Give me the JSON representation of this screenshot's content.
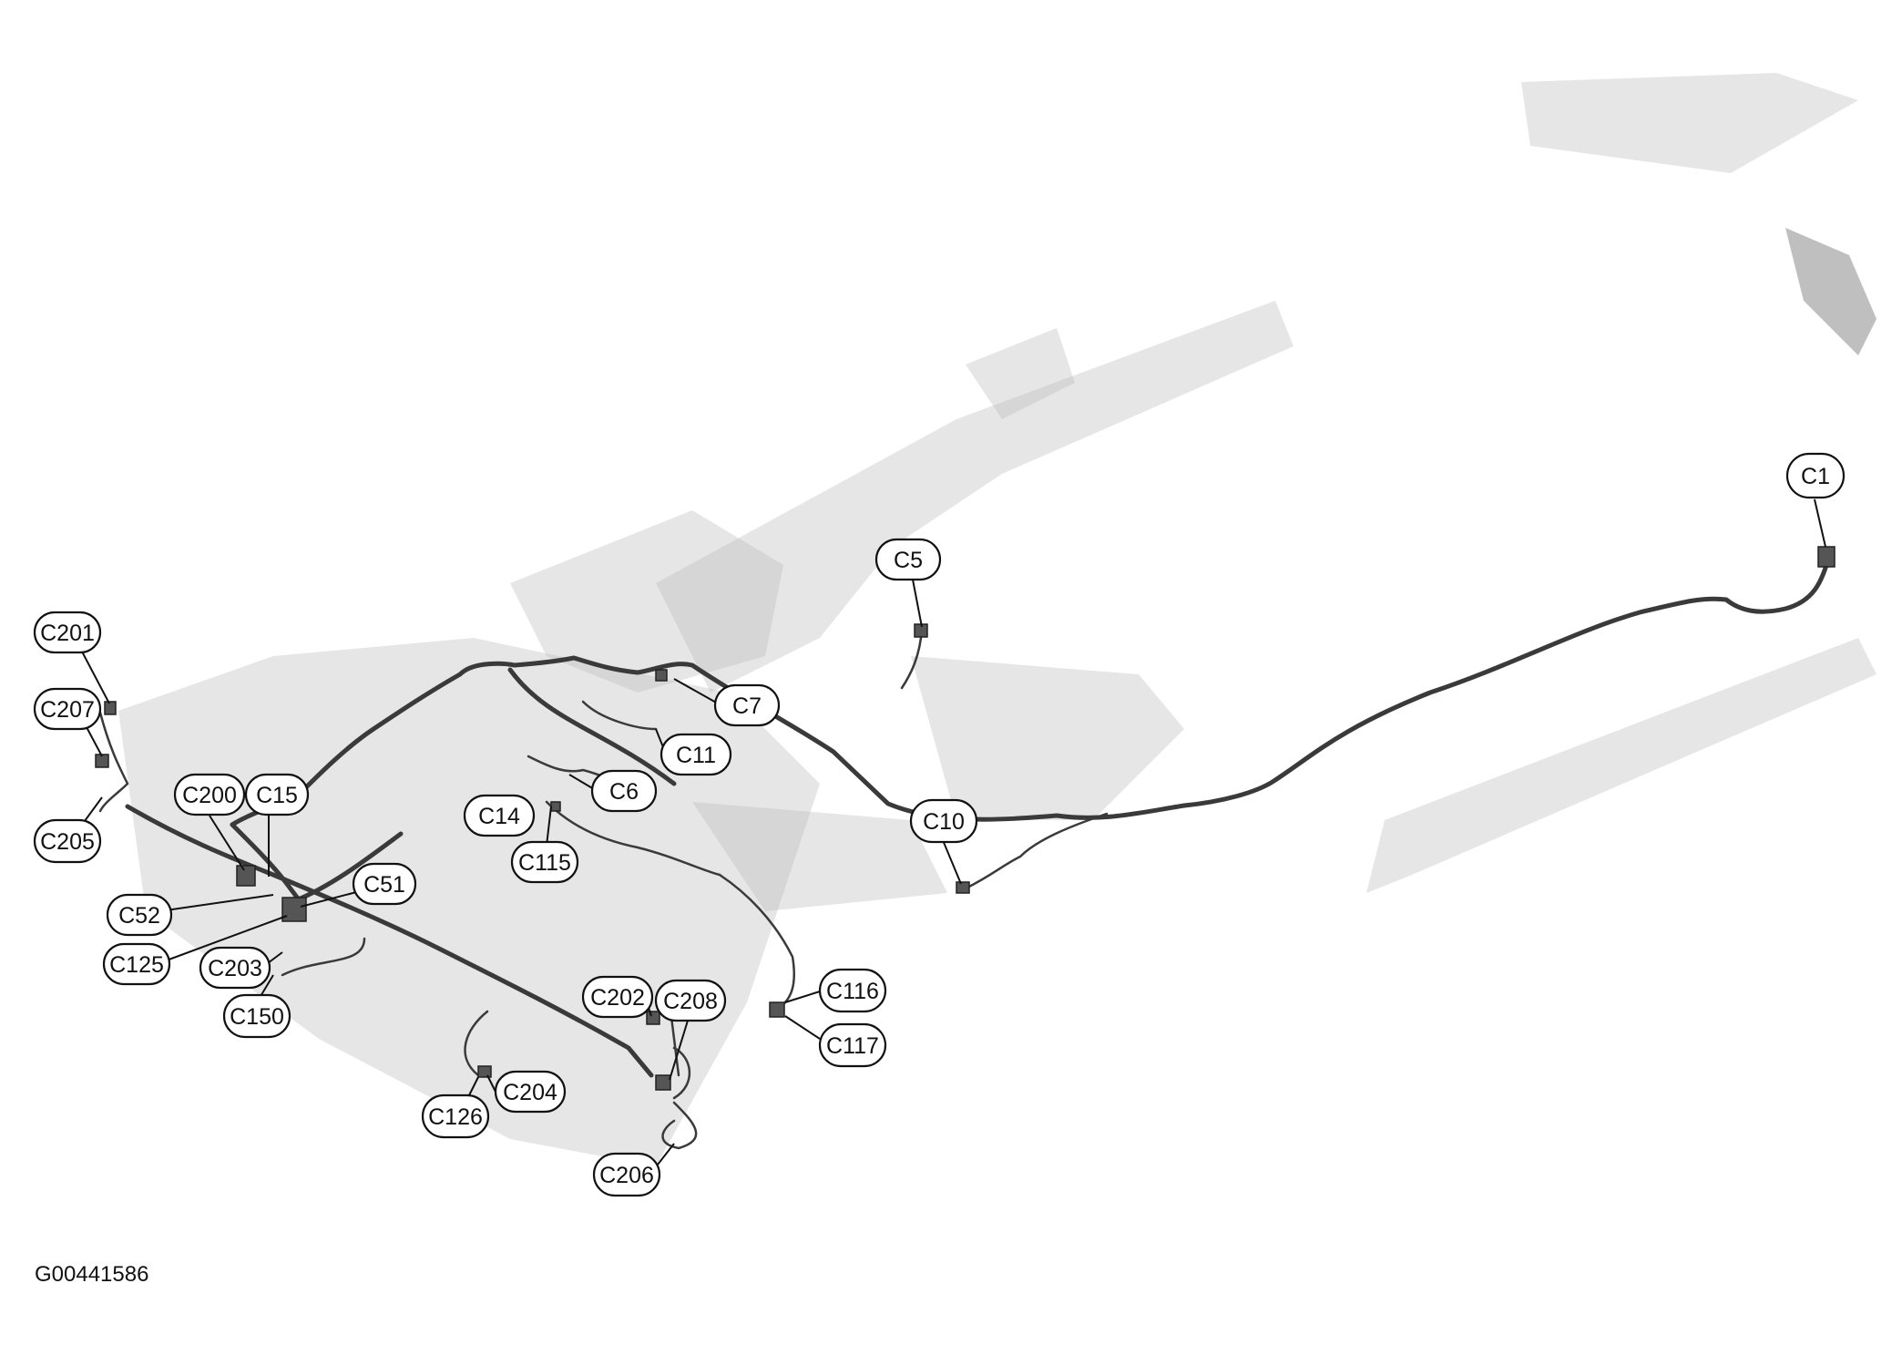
{
  "figure_id": "G00441586",
  "connectors": [
    {
      "id": "c1",
      "label": "C1"
    },
    {
      "id": "c5",
      "label": "C5"
    },
    {
      "id": "c7",
      "label": "C7"
    },
    {
      "id": "c11",
      "label": "C11"
    },
    {
      "id": "c6",
      "label": "C6"
    },
    {
      "id": "c10",
      "label": "C10"
    },
    {
      "id": "c14",
      "label": "C14"
    },
    {
      "id": "c115",
      "label": "C115"
    },
    {
      "id": "c201",
      "label": "C201"
    },
    {
      "id": "c207",
      "label": "C207"
    },
    {
      "id": "c205",
      "label": "C205"
    },
    {
      "id": "c200",
      "label": "C200"
    },
    {
      "id": "c15",
      "label": "C15"
    },
    {
      "id": "c51",
      "label": "C51"
    },
    {
      "id": "c52",
      "label": "C52"
    },
    {
      "id": "c125",
      "label": "C125"
    },
    {
      "id": "c203",
      "label": "C203"
    },
    {
      "id": "c150",
      "label": "C150"
    },
    {
      "id": "c202",
      "label": "C202"
    },
    {
      "id": "c208",
      "label": "C208"
    },
    {
      "id": "c116",
      "label": "C116"
    },
    {
      "id": "c117",
      "label": "C117"
    },
    {
      "id": "c204",
      "label": "C204"
    },
    {
      "id": "c126",
      "label": "C126"
    },
    {
      "id": "c206",
      "label": "C206"
    }
  ]
}
